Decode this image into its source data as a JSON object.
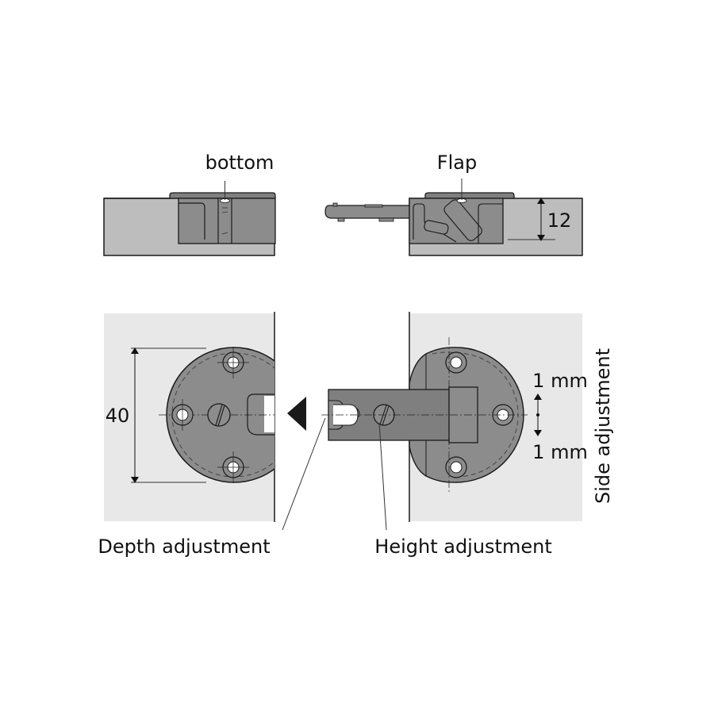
{
  "labels": {
    "bottom": "bottom",
    "flap": "Flap",
    "thickness": "12",
    "diameter": "40",
    "side_up": "1 mm",
    "side_down": "1 mm",
    "side_adjustment": "Side adjustment",
    "depth_adjustment": "Depth adjustment",
    "height_adjustment": "Height adjustment"
  },
  "colors": {
    "panel": "#bdbdbd",
    "panel_light": "#e8e8e8",
    "hinge": "#8c8c8c",
    "hinge_dark": "#6f6f6f",
    "line": "#1a1a1a"
  }
}
